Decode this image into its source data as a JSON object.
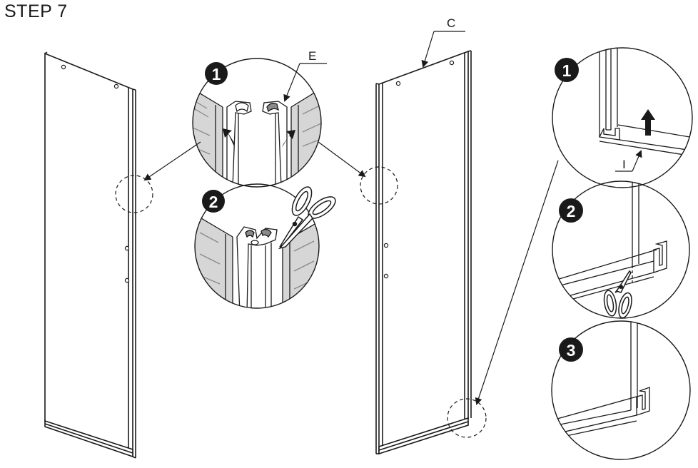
{
  "title": "STEP 7",
  "labels": {
    "part_c": "C",
    "part_e": "E",
    "part_i": "I"
  },
  "steps": {
    "center_1": "1",
    "center_2": "2",
    "right_1": "1",
    "right_2": "2",
    "right_3": "3"
  },
  "colors": {
    "line": "#1a1a1a",
    "badge": "#1a1a1a",
    "glass_shade": "#c8c8c8",
    "background": "#ffffff"
  }
}
